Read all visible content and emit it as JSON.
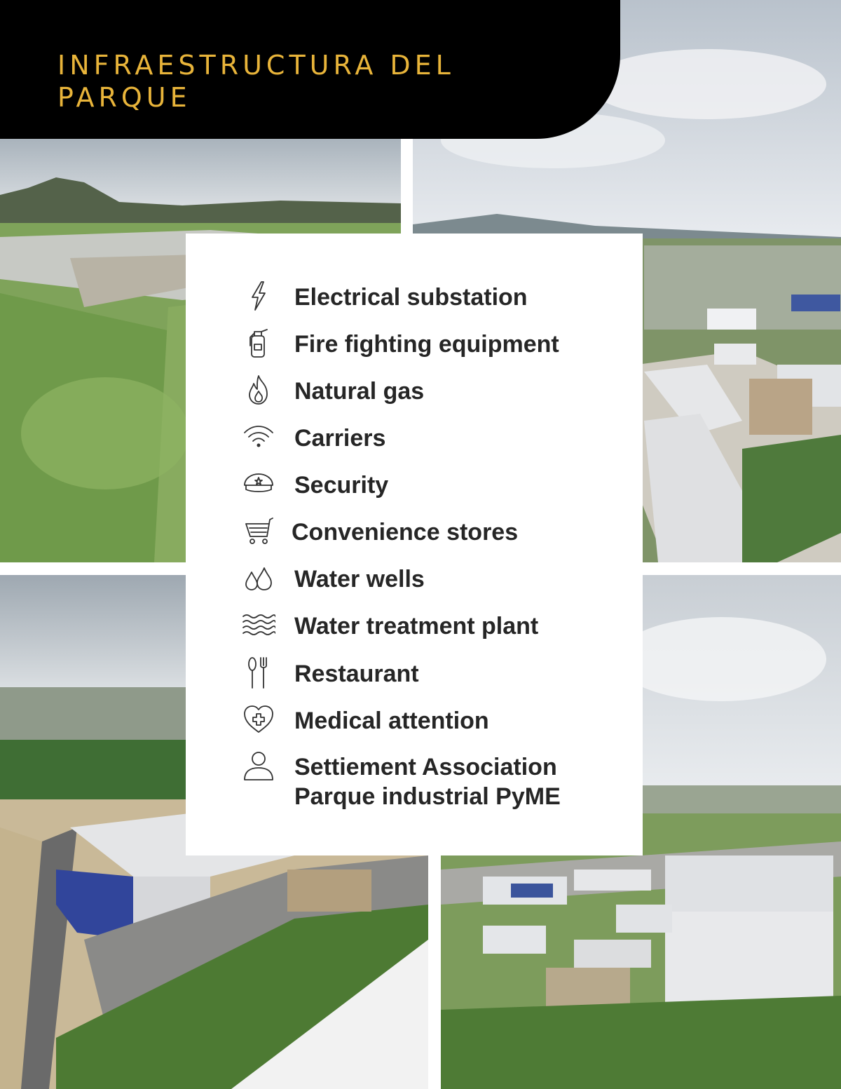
{
  "title": "INFRAESTRUCTURA DEL PARQUE",
  "colors": {
    "banner_bg": "#000000",
    "title_gold": "#e8b43a",
    "card_bg": "#ffffff",
    "text_dark": "#262626"
  },
  "photos": [
    {
      "subject": "aerial-green-field-with-hill"
    },
    {
      "subject": "aerial-industrial-warehouses"
    },
    {
      "subject": "aerial-blue-warehouse-and-road"
    },
    {
      "subject": "aerial-industrial-park-buildings"
    }
  ],
  "amenities": [
    {
      "icon": "lightning-icon",
      "label": "Electrical substation"
    },
    {
      "icon": "fire-extinguisher-icon",
      "label": "Fire fighting equipment"
    },
    {
      "icon": "flame-icon",
      "label": "Natural gas"
    },
    {
      "icon": "wifi-icon",
      "label": "Carriers"
    },
    {
      "icon": "security-cap-icon",
      "label": "Security"
    },
    {
      "icon": "shopping-cart-icon",
      "label": "Convenience stores"
    },
    {
      "icon": "water-drops-icon",
      "label": "Water wells"
    },
    {
      "icon": "waves-icon",
      "label": "Water treatment plant"
    },
    {
      "icon": "fork-spoon-icon",
      "label": "Restaurant"
    },
    {
      "icon": "medical-heart-icon",
      "label": "Medical attention"
    },
    {
      "icon": "person-icon",
      "label": "Settiement Association",
      "label_line2": "Parque industrial PyME"
    }
  ]
}
